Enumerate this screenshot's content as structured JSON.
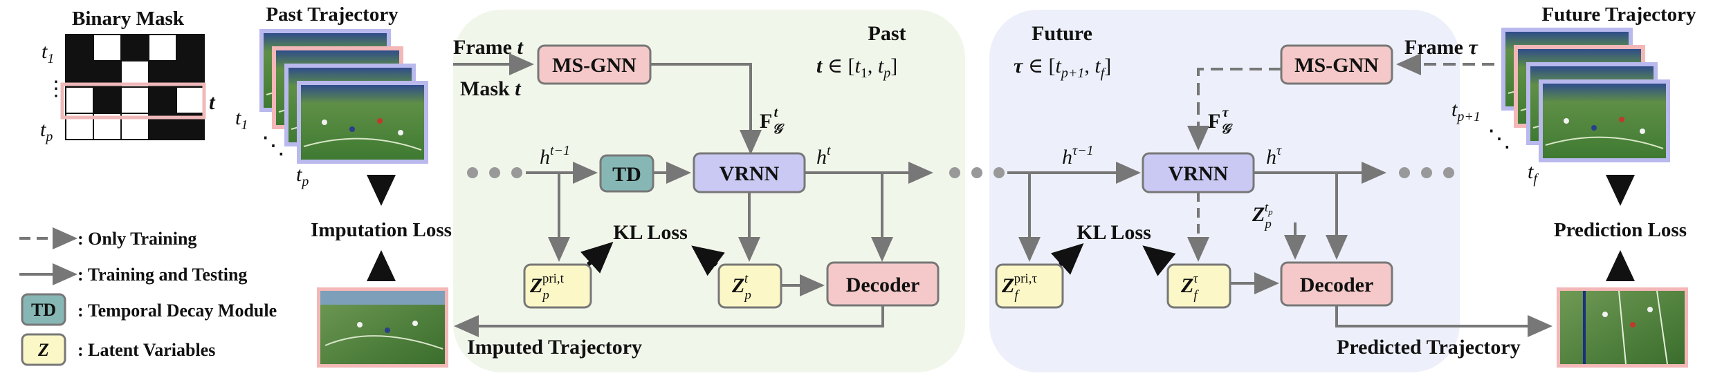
{
  "binary_mask": {
    "title": "Binary Mask",
    "row_labels": [
      "t1",
      "⋮",
      "tp"
    ],
    "side_label": "t",
    "rows": [
      [
        1,
        0,
        1,
        0,
        1
      ],
      [
        1,
        1,
        0,
        1,
        1
      ],
      [
        0,
        1,
        0,
        1,
        0
      ],
      [
        0,
        0,
        0,
        1,
        1
      ]
    ]
  },
  "past_trajectory": {
    "title": "Past Trajectory",
    "label_start": "t1",
    "label_end": "tp",
    "dots": "⋱"
  },
  "future_trajectory": {
    "title": "Future Trajectory",
    "label_start": "tp+1",
    "label_end": "tf",
    "dots": "⋱"
  },
  "past_region": {
    "title": "Past",
    "range": "t ∈ [t1, tp]"
  },
  "future_region": {
    "title": "Future",
    "range": "τ ∈ [tp+1, tf]"
  },
  "inputs": {
    "frame_t": "Frame t",
    "mask_t": "Mask t",
    "frame_tau": "Frame τ"
  },
  "modules": {
    "msgnn_past": "MS-GNN",
    "msgnn_future": "MS-GNN",
    "td": "TD",
    "vrnn_past": "VRNN",
    "vrnn_future": "VRNN",
    "decoder_past": "Decoder",
    "decoder_future": "Decoder",
    "z_prior_past": "Zp pri,t",
    "z_past": "Zp t",
    "z_prior_future": "Zf pri,τ",
    "z_future": "Zf τ"
  },
  "variables": {
    "h_t_minus_1": "h t−1",
    "h_t": "h t",
    "h_tau_minus_1": "h τ−1",
    "h_tau": "h τ",
    "f_g_t": "F𝒢 t",
    "f_g_tau": "F𝒢 τ",
    "z_p_tp": "Zp tp"
  },
  "losses": {
    "kl_past": "KL Loss",
    "kl_future": "KL Loss",
    "imputation": "Imputation Loss",
    "prediction": "Prediction Loss"
  },
  "outputs": {
    "imputed": "Imputed Trajectory",
    "predicted": "Predicted Trajectory"
  },
  "legend": [
    {
      "key": "dashed",
      "text": ": Only Training"
    },
    {
      "key": "solid",
      "text": ": Training and Testing"
    },
    {
      "key": "TD",
      "text": ": Temporal Decay Module"
    },
    {
      "key": "Z",
      "text": ": Latent Variables"
    }
  ],
  "colors": {
    "past_bg": "#f1f6ea",
    "future_bg": "#edf0fa",
    "msgnn": "#f5c9c9",
    "td": "#86b7b4",
    "vrnn": "#c9c9f3",
    "decoder": "#f5c9c9",
    "latent": "#fbf7c6",
    "arrow": "#777777",
    "past_frame_border": "#b9b9ee",
    "future_frame_border_alt": "#f3b7b7",
    "field": "#4f8a3a"
  }
}
